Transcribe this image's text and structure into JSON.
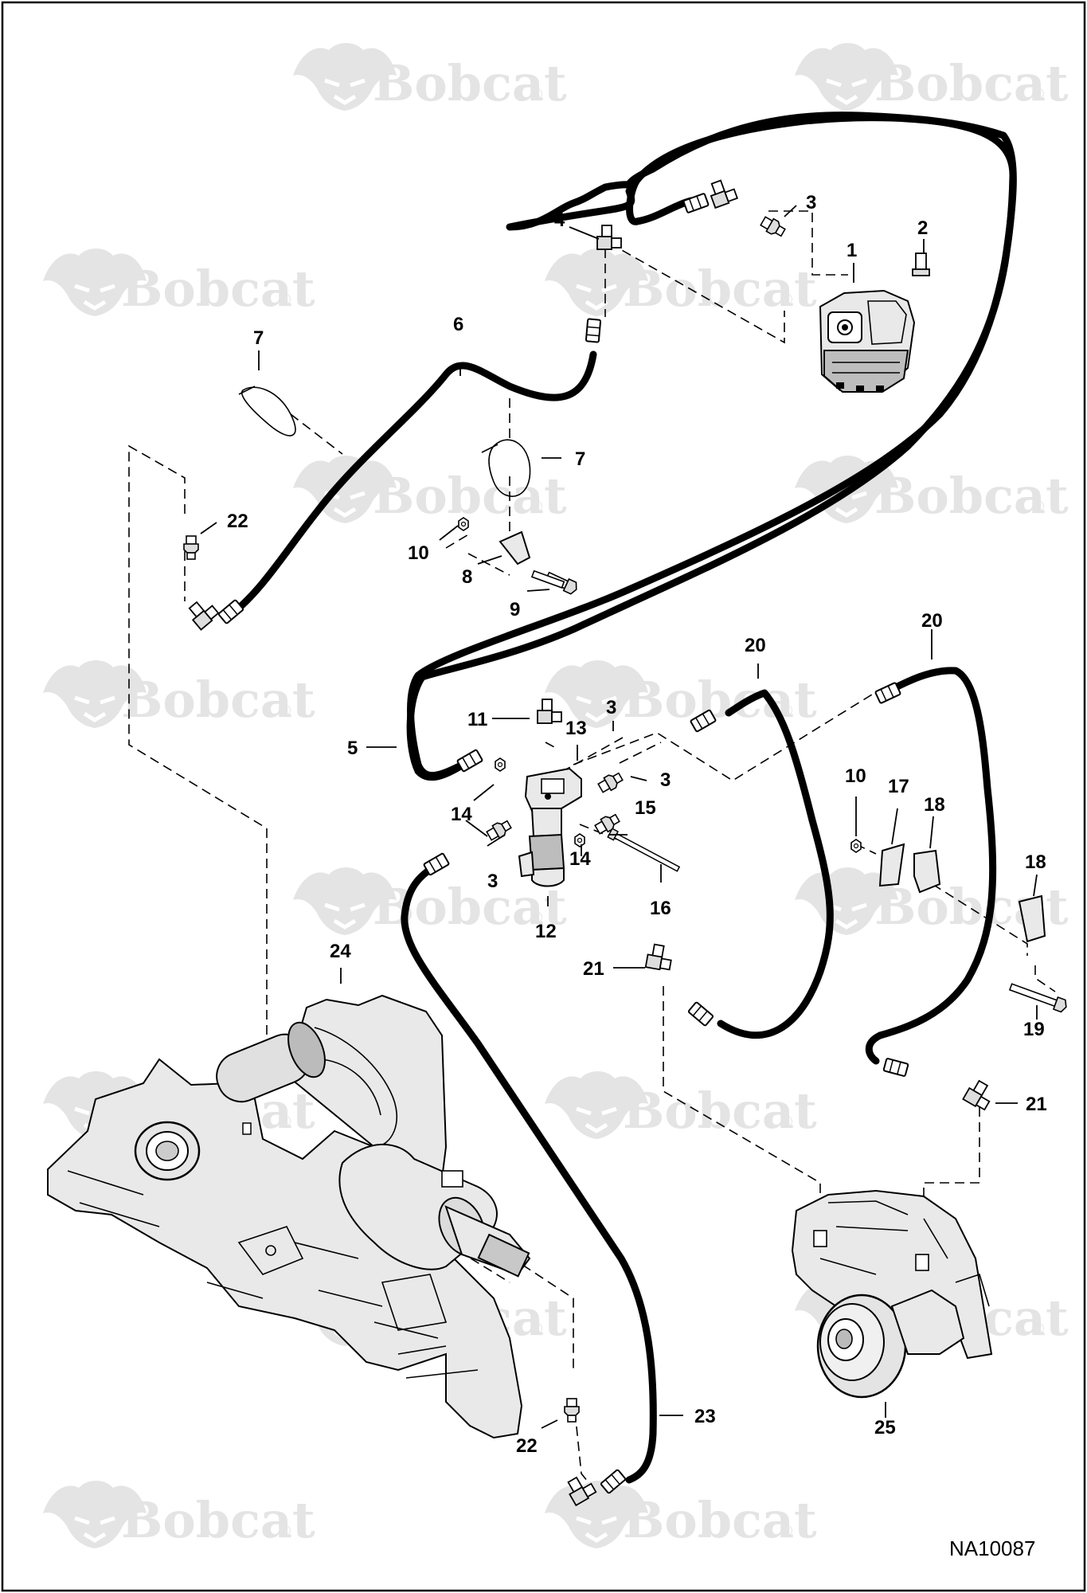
{
  "diagram": {
    "drawing_code": "NA10087",
    "watermark": {
      "brand": "Bobcat",
      "mark": "®",
      "logo_icon": "bobcat-head-logo-icon"
    },
    "callouts": {
      "c1": "1",
      "c2": "2",
      "c3a": "3",
      "c3b": "3",
      "c3c": "3",
      "c3d": "3",
      "c4": "4",
      "c5": "5",
      "c6": "6",
      "c7a": "7",
      "c7b": "7",
      "c8": "8",
      "c9": "9",
      "c10a": "10",
      "c10b": "10",
      "c11": "11",
      "c12": "12",
      "c13": "13",
      "c14a": "14",
      "c14b": "14",
      "c15": "15",
      "c16": "16",
      "c17": "17",
      "c18a": "18",
      "c18b": "18",
      "c19": "19",
      "c20a": "20",
      "c20b": "20",
      "c21a": "21",
      "c21b": "21",
      "c22a": "22",
      "c22b": "22",
      "c23": "23",
      "c24": "24",
      "c25": "25"
    }
  }
}
